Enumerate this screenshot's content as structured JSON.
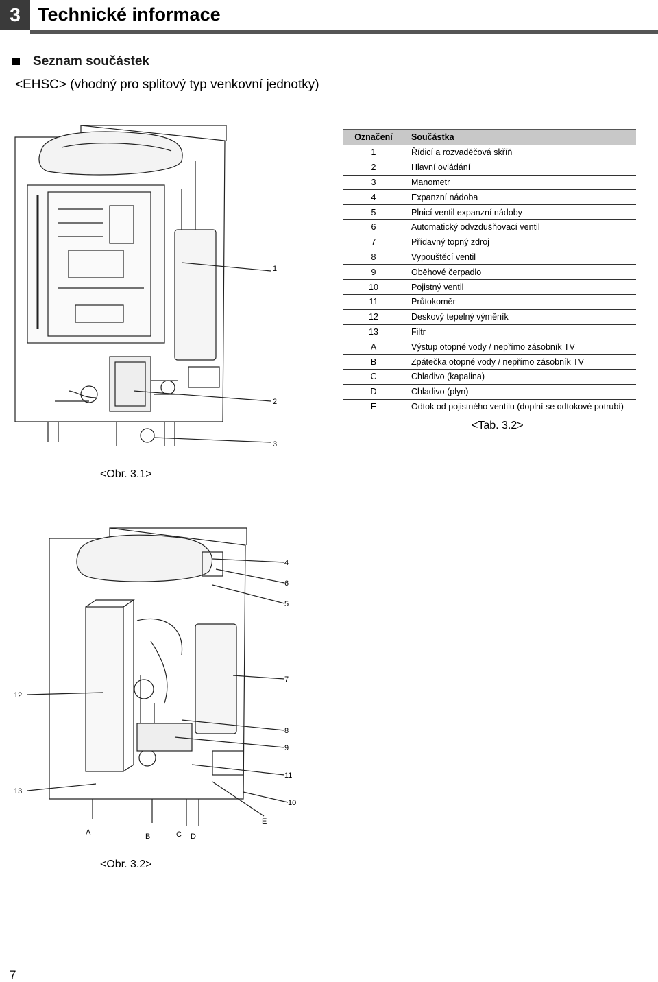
{
  "header": {
    "chapter_number": "3",
    "chapter_title": "Technické informace"
  },
  "section": {
    "title": "Seznam součástek",
    "subtitle": "<EHSC> (vhodný pro splitový typ venkovní jednotky)"
  },
  "table": {
    "headers": [
      "Označení",
      "Součástka"
    ],
    "rows": [
      [
        "1",
        "Řídicí a rozvaděčová skříň"
      ],
      [
        "2",
        "Hlavní ovládání"
      ],
      [
        "3",
        "Manometr"
      ],
      [
        "4",
        "Expanzní nádoba"
      ],
      [
        "5",
        "Plnicí ventil expanzní nádoby"
      ],
      [
        "6",
        "Automatický odvzdušňovací ventil"
      ],
      [
        "7",
        "Přídavný topný zdroj"
      ],
      [
        "8",
        "Vypouštěcí ventil"
      ],
      [
        "9",
        "Oběhové čerpadlo"
      ],
      [
        "10",
        "Pojistný ventil"
      ],
      [
        "11",
        "Průtokoměr"
      ],
      [
        "12",
        "Deskový tepelný výměník"
      ],
      [
        "13",
        "Filtr"
      ],
      [
        "A",
        "Výstup otopné vody / nepřímo zásobník TV"
      ],
      [
        "B",
        "Zpátečka otopné vody / nepřímo zásobník TV"
      ],
      [
        "C",
        "Chladivo (kapalina)"
      ],
      [
        "D",
        "Chladivo (plyn)"
      ],
      [
        "E",
        "Odtok od pojistného ventilu (doplní se odtokové potrubí)"
      ]
    ],
    "caption": "<Tab. 3.2>"
  },
  "figure1": {
    "caption": "<Obr. 3.1>",
    "callouts": [
      "1",
      "2",
      "3"
    ]
  },
  "figure2": {
    "caption": "<Obr. 3.2>",
    "callouts": [
      "4",
      "6",
      "5",
      "7",
      "12",
      "8",
      "9",
      "11",
      "13",
      "10",
      "E",
      "A",
      "B",
      "C",
      "D"
    ]
  },
  "page_number": "7"
}
